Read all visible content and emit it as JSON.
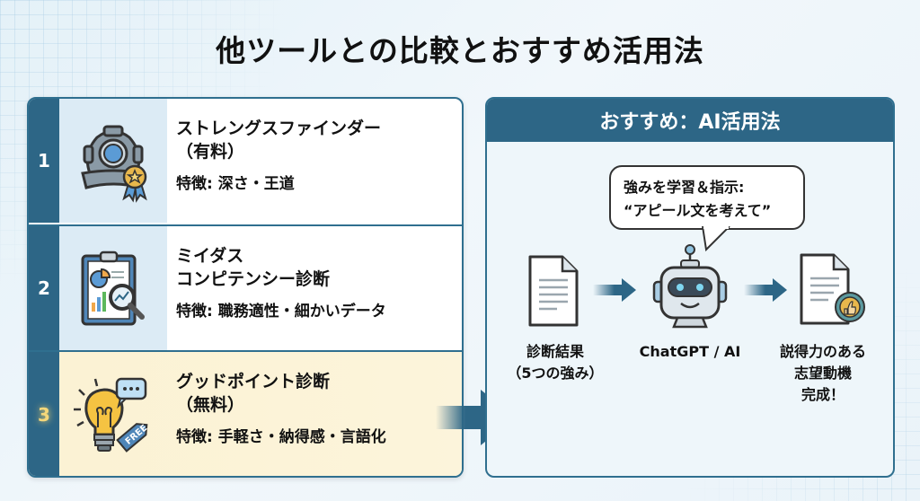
{
  "title": "他ツールとの比較とおすすめ活用法",
  "tools": [
    {
      "number": "1",
      "name_line1": "ストレングスファインダー",
      "name_line2": "（有料）",
      "feature": "特徴: 深さ・王道",
      "icon": "diving-helmet-with-badge-icon",
      "highlighted": false
    },
    {
      "number": "2",
      "name_line1": "ミイダス",
      "name_line2": "コンピテンシー診断",
      "feature": "特徴: 職務適性・細かいデータ",
      "icon": "clipboard-chart-magnifier-icon",
      "highlighted": false
    },
    {
      "number": "3",
      "name_line1": "グッドポイント診断",
      "name_line2": "（無料）",
      "feature": "特徴: 手軽さ・納得感・言語化",
      "icon": "lightbulb-free-tag-icon",
      "highlighted": true,
      "tag_text": "FREE"
    }
  ],
  "panel": {
    "header": "おすすめ：AI活用法",
    "bubble_line1": "強みを学習＆指示:",
    "bubble_line2": "“アピール文を考えて”",
    "steps": [
      {
        "icon": "document-icon",
        "line1": "診断結果",
        "line2": "（5つの強み）",
        "line3": ""
      },
      {
        "icon": "robot-icon",
        "line1": "ChatGPT / AI",
        "line2": "",
        "line3": ""
      },
      {
        "icon": "approved-document-icon",
        "line1": "説得力のある",
        "line2": "志望動機",
        "line3": "完成！"
      }
    ]
  },
  "colors": {
    "accent": "#2d6686",
    "highlight_row": "#fbf2d3",
    "icon_cell": "#dcebf5"
  }
}
